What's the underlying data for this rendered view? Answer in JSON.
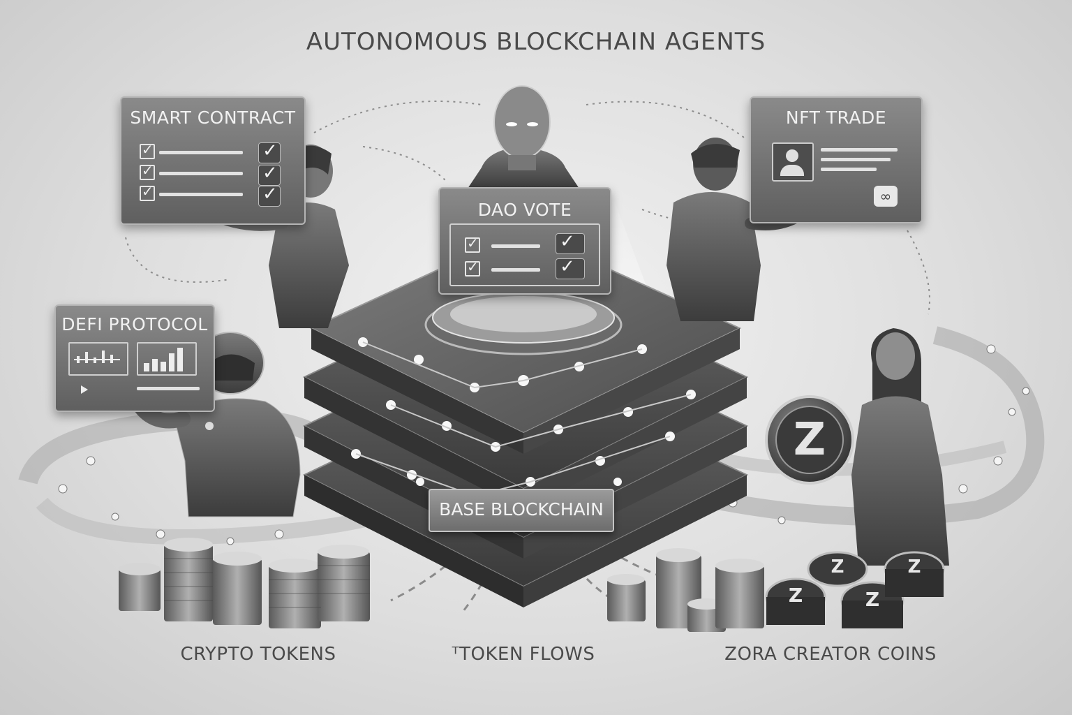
{
  "title": "AUTONOMOUS BLOCKCHAIN AGENTS",
  "panels": {
    "smart_contract": "SMART CONTRACT",
    "nft_trade": "NFT TRADE",
    "dao_vote": "DAO VOTE",
    "defi_protocol": "DEFI PROTOCOL"
  },
  "center_label": "BASE BLOCKCHAIN",
  "coin_letter": "Z",
  "bottom_labels": {
    "left": "CRYPTO TOKENS",
    "center": "ᵀTOKEN FLOWS",
    "right": "ZORA CREATOR COINS"
  },
  "palette": {
    "panel_dark": "#5f5f5f",
    "panel_light": "#8a8a8a",
    "text": "#4a4a4a",
    "background": "#e4e4e4"
  },
  "icons": [
    "check-icon",
    "user-icon",
    "pointer-icon",
    "link-icon",
    "bar-chart-icon",
    "coin-icon",
    "robot-agent-icon"
  ]
}
